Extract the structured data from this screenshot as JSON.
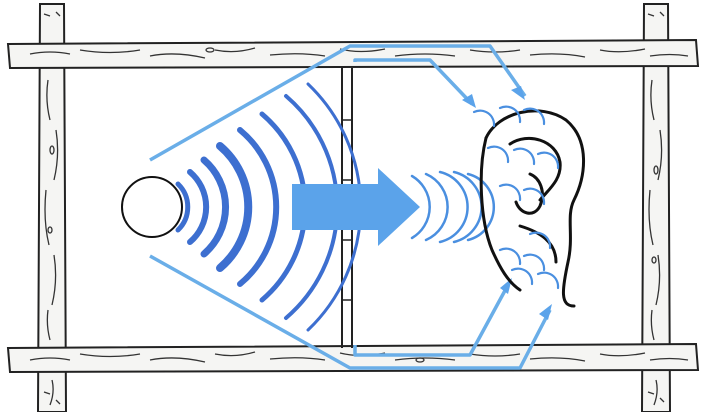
{
  "diagram": {
    "colors": {
      "wood": "#f4f4f2",
      "wood_outline": "#222222",
      "wood_grain": "#333333",
      "wave_dark": "#3d6fd0",
      "wave_light": "#7fb6ee",
      "arrow": "#5ba3ea",
      "path_line": "#6aaee8",
      "ear_outline": "#111111",
      "wall": "#222222"
    },
    "elements": {
      "sound_source": "sound-source-circle",
      "direct_path": "direct-sound-arrow",
      "flanking_paths": [
        "top-flanking-path",
        "bottom-flanking-path"
      ],
      "receiver": "listener-ear"
    }
  }
}
